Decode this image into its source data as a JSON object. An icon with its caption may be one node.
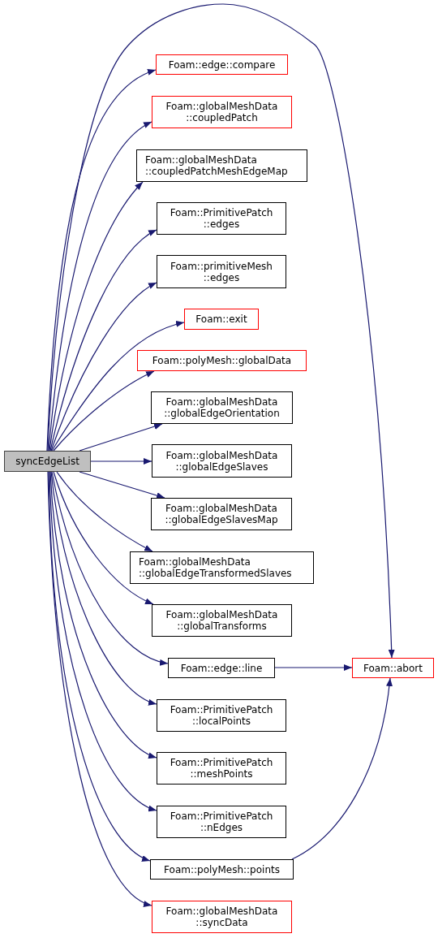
{
  "diagram": {
    "nodes": [
      {
        "text": [
          "syncEdgeList"
        ]
      },
      {
        "text": [
          "Foam::edge::compare"
        ]
      },
      {
        "text": [
          "Foam::globalMeshData ::coupledPatch"
        ]
      },
      {
        "text": [
          "Foam::globalMeshData ::coupledPatchMeshEdgeMap"
        ]
      },
      {
        "text": [
          "Foam::PrimitivePatch ::edges"
        ]
      },
      {
        "text": [
          "Foam::primitiveMesh ::edges"
        ]
      },
      {
        "text": [
          "Foam::exit"
        ]
      },
      {
        "text": [
          "Foam::polyMesh::globalData"
        ]
      },
      {
        "text": [
          "Foam::globalMeshData ::globalEdgeOrientation"
        ]
      },
      {
        "text": [
          "Foam::globalMeshData ::globalEdgeSlaves"
        ]
      },
      {
        "text": [
          "Foam::globalMeshData ::globalEdgeSlavesMap"
        ]
      },
      {
        "text": [
          "Foam::globalMeshData ::globalEdgeTransformedSlaves"
        ]
      },
      {
        "text": [
          "Foam::globalMeshData ::globalTransforms"
        ]
      },
      {
        "text": [
          "Foam::edge::line"
        ]
      },
      {
        "text": [
          "Foam::abort"
        ]
      },
      {
        "text": [
          "Foam::PrimitivePatch ::localPoints"
        ]
      },
      {
        "text": [
          "Foam::PrimitivePatch ::meshPoints"
        ]
      },
      {
        "text": [
          "Foam::PrimitivePatch ::nEdges"
        ]
      },
      {
        "text": [
          "Foam::polyMesh::points"
        ]
      },
      {
        "text": [
          "Foam::globalMeshData ::syncData"
        ]
      }
    ],
    "edges": [
      {
        "from": 0,
        "to": 1,
        "arrow": "to"
      },
      {
        "from": 0,
        "to": 2,
        "arrow": "to"
      },
      {
        "from": 0,
        "to": 3,
        "arrow": "to"
      },
      {
        "from": 0,
        "to": 4,
        "arrow": "to"
      },
      {
        "from": 0,
        "to": 5,
        "arrow": "to"
      },
      {
        "from": 0,
        "to": 6,
        "arrow": "to"
      },
      {
        "from": 0,
        "to": 7,
        "arrow": "to"
      },
      {
        "from": 0,
        "to": 8,
        "arrow": "to"
      },
      {
        "from": 0,
        "to": 9,
        "arrow": "to"
      },
      {
        "from": 0,
        "to": 10,
        "arrow": "to"
      },
      {
        "from": 0,
        "to": 11,
        "arrow": "to"
      },
      {
        "from": 0,
        "to": 12,
        "arrow": "to"
      },
      {
        "from": 0,
        "to": 13,
        "arrow": "to"
      },
      {
        "from": 0,
        "to": 14,
        "arrow": "to"
      },
      {
        "from": 0,
        "to": 15,
        "arrow": "to"
      },
      {
        "from": 0,
        "to": 16,
        "arrow": "to"
      },
      {
        "from": 0,
        "to": 17,
        "arrow": "to"
      },
      {
        "from": 0,
        "to": 18,
        "arrow": "to"
      },
      {
        "from": 0,
        "to": 19,
        "arrow": "to"
      },
      {
        "from": 13,
        "to": 14,
        "arrow": "to"
      },
      {
        "from": 18,
        "to": 14,
        "arrow": "to"
      }
    ]
  }
}
